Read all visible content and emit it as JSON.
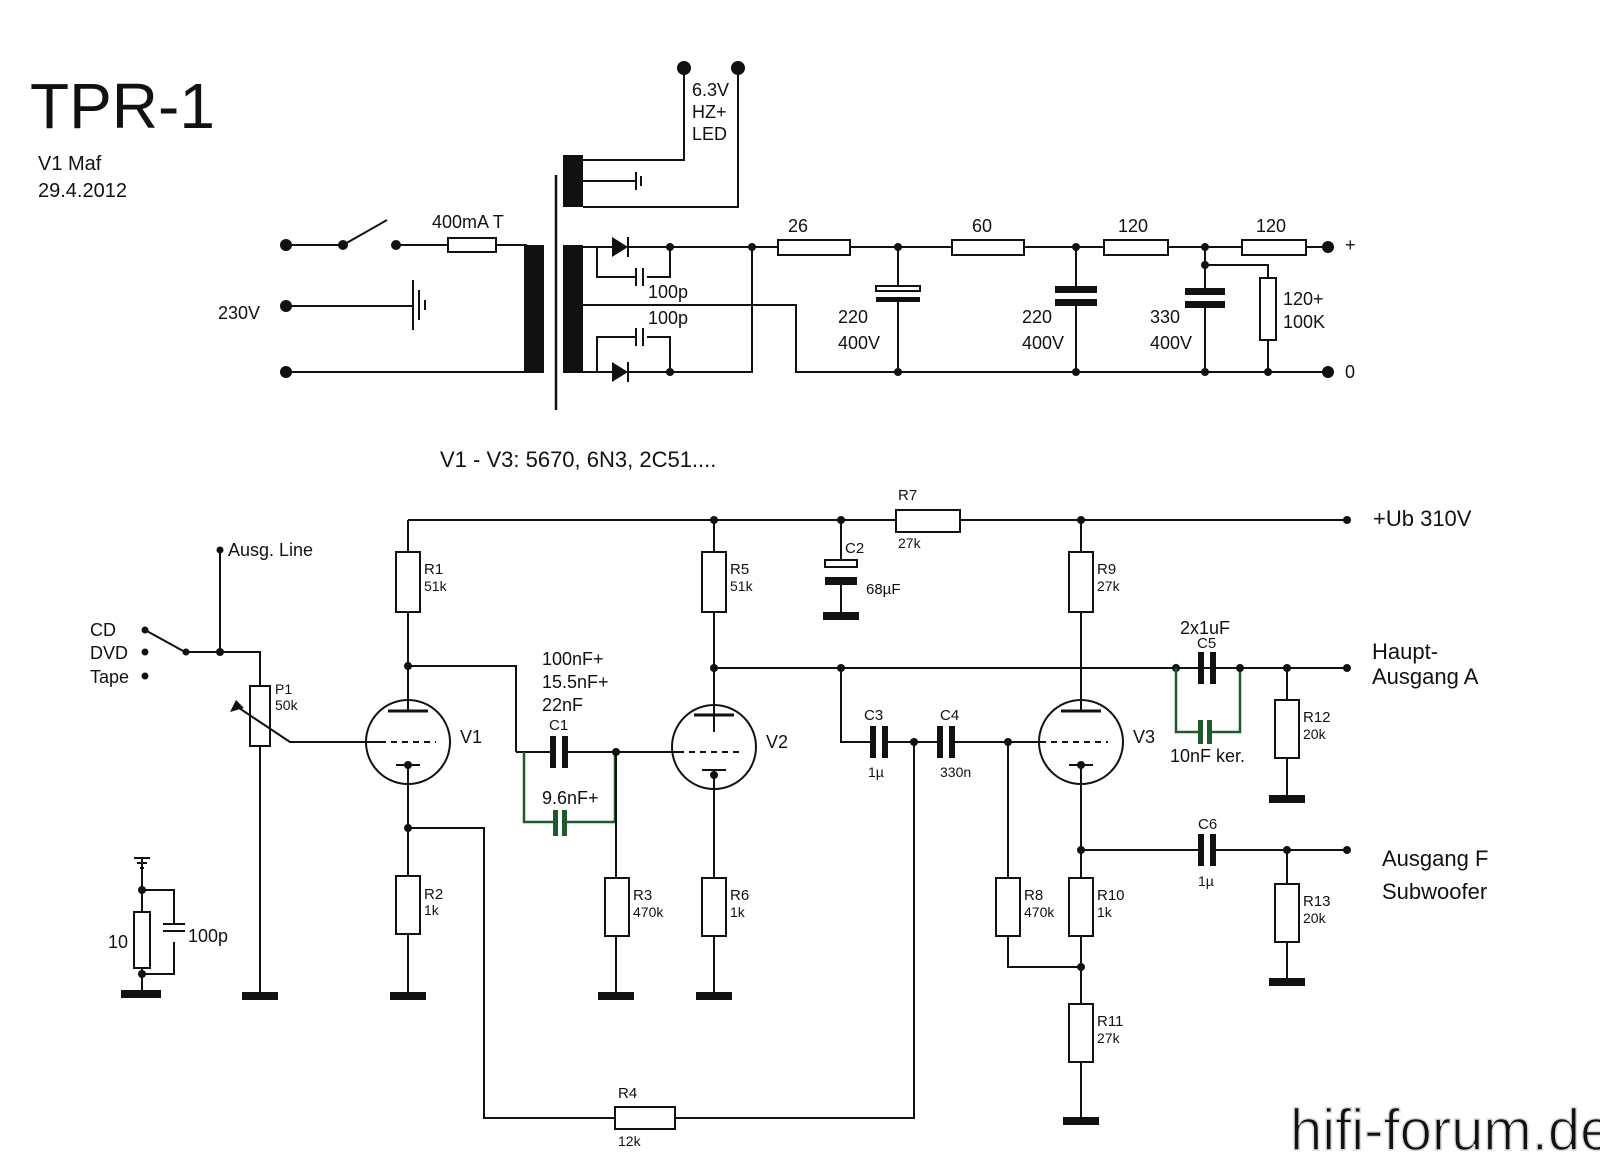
{
  "header": {
    "title": "TPR-1",
    "version": "V1 Maf",
    "date": "29.4.2012",
    "tubes_note": "V1 - V3: 5670, 6N3, 2C51...."
  },
  "power_supply": {
    "mains_voltage": "230V",
    "fuse": "400mA T",
    "heater_lines": [
      "6.3V",
      "HZ+",
      "LED"
    ],
    "diode_caps": [
      "100p",
      "100p"
    ],
    "filter_resistors": [
      "26",
      "60",
      "120",
      "120"
    ],
    "filter_caps": [
      {
        "value": "220",
        "voltage": "400V"
      },
      {
        "value": "220",
        "voltage": "400V"
      },
      {
        "value": "330",
        "voltage": "400V"
      }
    ],
    "bleeder": [
      "120+",
      "100K"
    ],
    "plus_terminal": "+",
    "zero_terminal": "0"
  },
  "amplifier": {
    "supply": "+Ub 310V",
    "input": {
      "line_out": "Ausg. Line",
      "sources": [
        "CD",
        "DVD",
        "Tape"
      ]
    },
    "ground_filter": {
      "resistor": "10",
      "cap": "100p"
    },
    "tubes": [
      "V1",
      "V2",
      "V3"
    ],
    "resistors": {
      "R1": "51k",
      "R2": "1k",
      "R3": "470k",
      "R4": "12k",
      "R5": "51k",
      "R6": "1k",
      "R7": "27k",
      "R8": "470k",
      "R9": "27k",
      "R10": "1k",
      "R11": "27k",
      "R12": "20k",
      "R13": "20k"
    },
    "pot": {
      "name": "P1",
      "value": "50k"
    },
    "capacitors": {
      "C1_lines": [
        "100nF+",
        "15.5nF+",
        "22nF"
      ],
      "C1_name": "C1",
      "C1_parallel": "9.6nF+",
      "C2_name": "C2",
      "C2": "68µF",
      "C3_name": "C3",
      "C3": "1µ",
      "C4_name": "C4",
      "C4": "330n",
      "C5_name": "C5",
      "C5": "2x1uF",
      "C5_parallel": "10nF ker.",
      "C6_name": "C6",
      "C6": "1µ"
    },
    "outputs": {
      "main_line1": "Haupt-",
      "main_line2": "Ausgang A",
      "sub_line1": "Ausgang F",
      "sub_line2": "Subwoofer"
    }
  },
  "watermark": "hifi-forum.de"
}
